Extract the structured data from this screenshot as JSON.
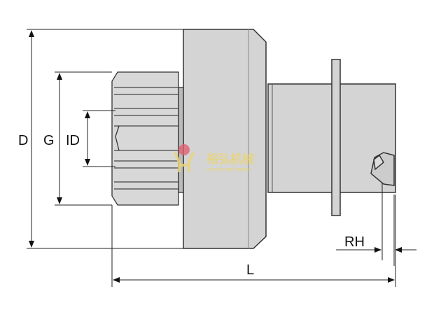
{
  "diagram": {
    "title": "Starter drive pinion dimensions",
    "labels": {
      "D": "D",
      "G": "G",
      "ID": "ID",
      "L": "L",
      "RH": "RH"
    },
    "watermark": {
      "chinese": "裕弘机械",
      "english": "YUHONG MACHINERY"
    },
    "colors": {
      "part": "#d4d4d4",
      "outline": "#333333",
      "watermark": "#e8d47a",
      "watermark_dot": "#e06070"
    }
  }
}
